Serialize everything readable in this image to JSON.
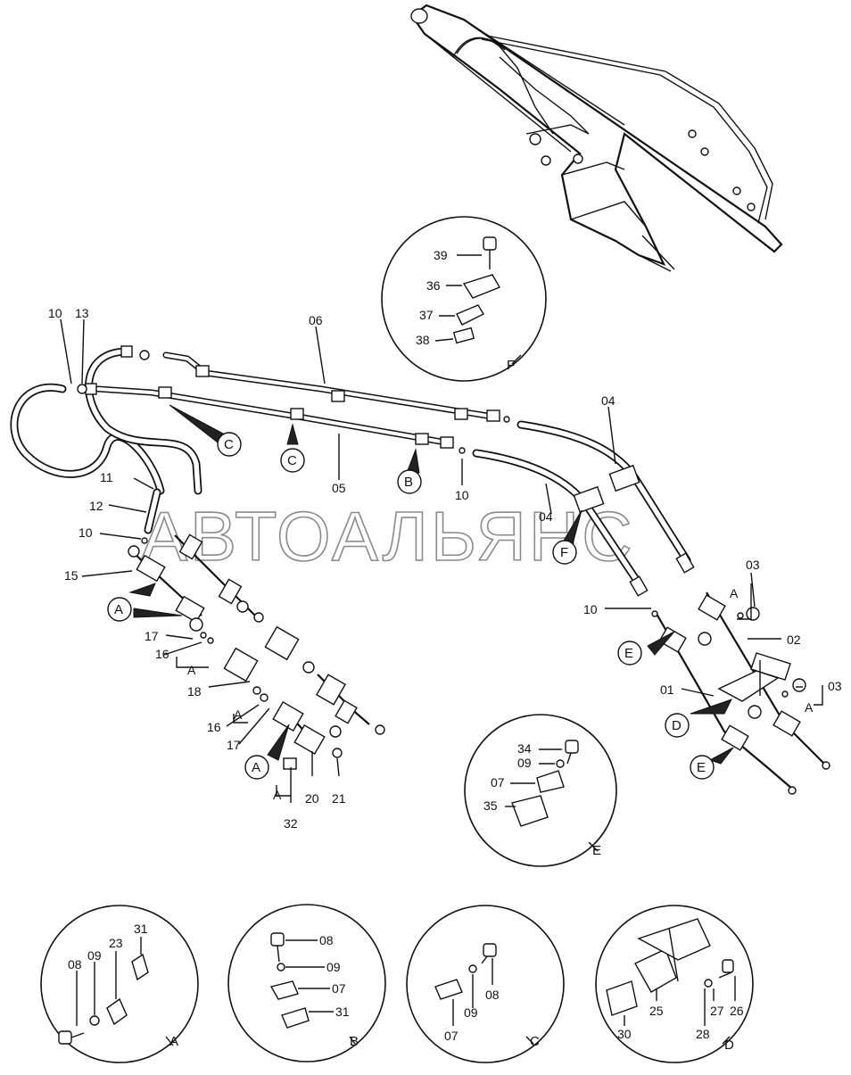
{
  "watermark": "АВТОАЛЬЯНС",
  "callouts": {
    "p01": "01",
    "p02": "02",
    "p03a": "03",
    "p03b": "03",
    "p04a": "04",
    "p04b": "04",
    "p05": "05",
    "p06": "06",
    "p10a": "10",
    "p10b": "10",
    "p10c": "10",
    "p10d": "10",
    "p11": "11",
    "p12": "12",
    "p13": "13",
    "p15": "15",
    "p16a": "16",
    "p16b": "16",
    "p17a": "17",
    "p17b": "17",
    "p18": "18",
    "p20": "20",
    "p21": "21",
    "p32": "32",
    "a1": "A",
    "a2": "A",
    "a3": "A",
    "a4": "A",
    "a5": "A",
    "a6": "A"
  },
  "ref_circles": {
    "A1": "A",
    "A2": "A",
    "B": "B",
    "C1": "C",
    "C2": "C",
    "D": "D",
    "E1": "E",
    "E2": "E",
    "F": "F"
  },
  "details": {
    "F": {
      "letter": "F",
      "labels": [
        "39",
        "36",
        "37",
        "38"
      ]
    },
    "E": {
      "letter": "E",
      "labels": [
        "34",
        "09",
        "07",
        "35"
      ]
    },
    "A": {
      "letter": "A",
      "labels": [
        "08",
        "09",
        "23",
        "31"
      ]
    },
    "B": {
      "letter": "B",
      "labels": [
        "08",
        "09",
        "07",
        "31"
      ]
    },
    "C": {
      "letter": "C",
      "labels": [
        "07",
        "09",
        "08"
      ]
    },
    "D": {
      "letter": "D",
      "labels": [
        "30",
        "25",
        "28",
        "27",
        "26"
      ]
    }
  }
}
